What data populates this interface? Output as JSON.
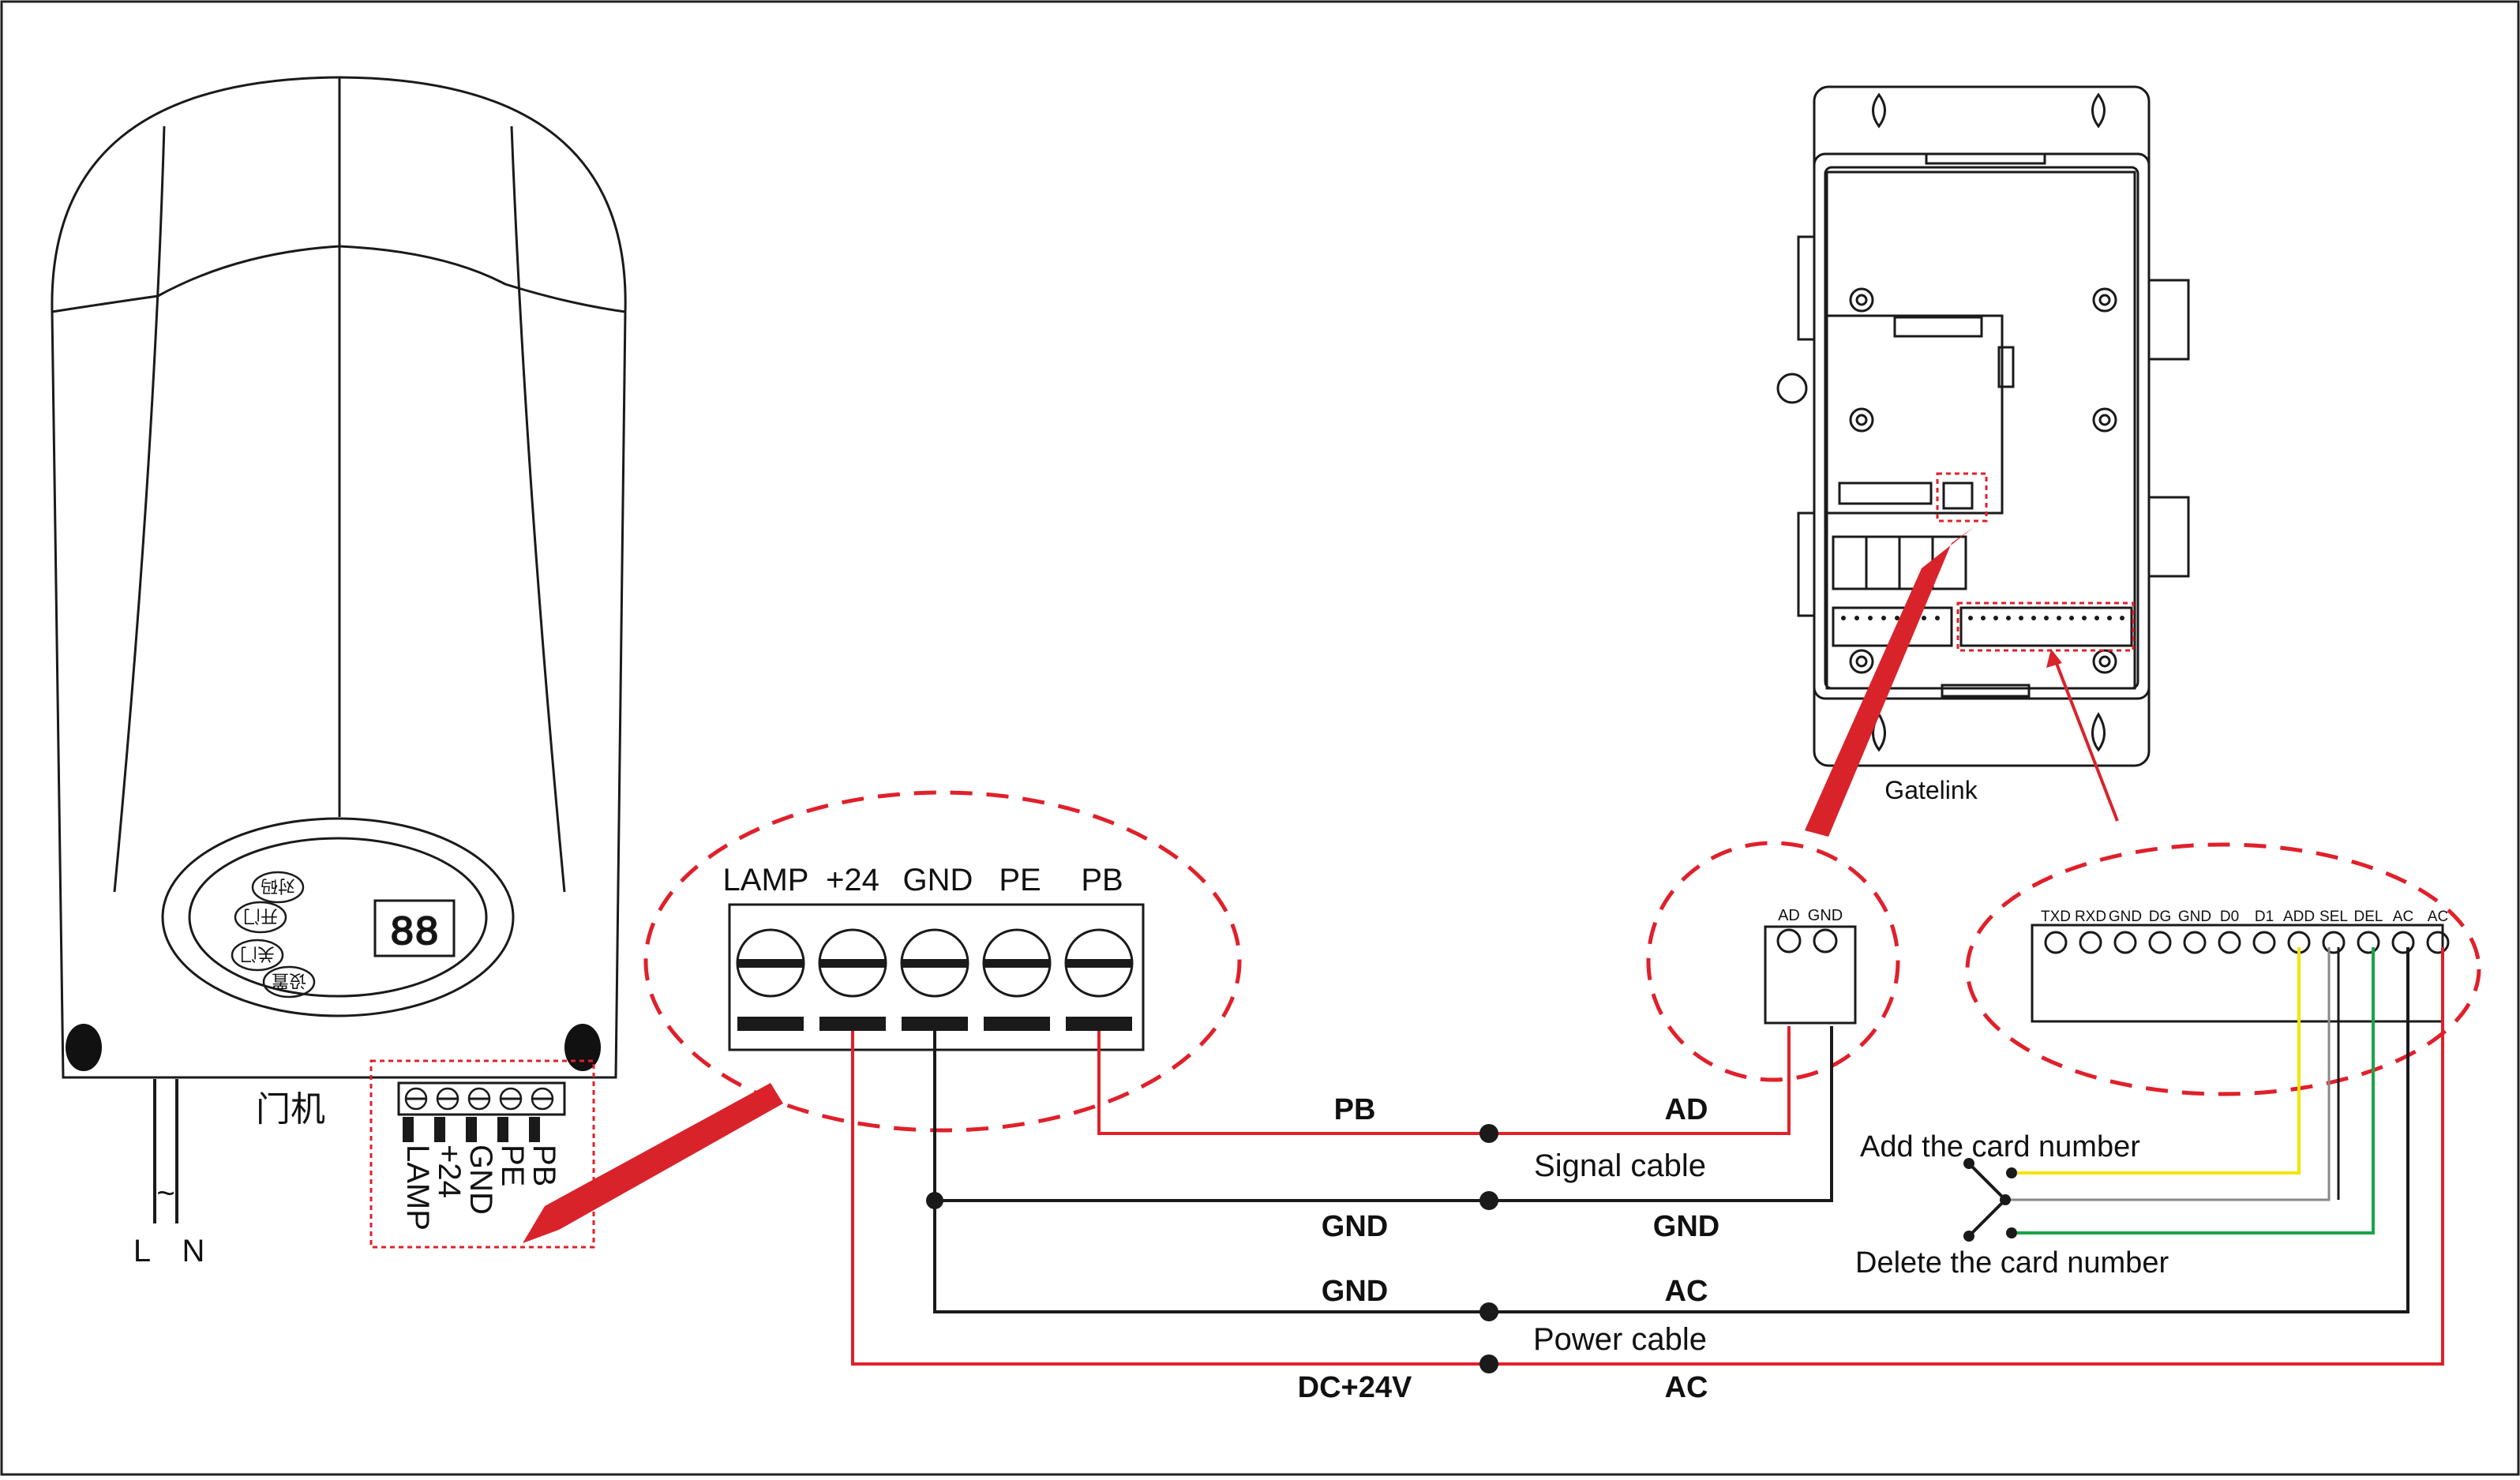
{
  "door_unit": {
    "label": "门机",
    "display_readout": "88",
    "button_labels": [
      "对码",
      "开门",
      "关门",
      "设置"
    ],
    "terminal_labels": [
      "PB",
      "PE",
      "GND",
      "+24",
      "LAMP"
    ],
    "power_labels": {
      "tilde": "~",
      "l": "L",
      "n": "N"
    }
  },
  "door_terminal_zoom": {
    "labels": [
      "LAMP",
      "+24",
      "GND",
      "PE",
      "PB"
    ]
  },
  "gatelink": {
    "label": "Gatelink",
    "ad_terminal_labels": [
      "AD",
      "GND"
    ],
    "terminal_strip_labels": [
      "TXD",
      "RXD",
      "GND",
      "DG",
      "GND",
      "D0",
      "D1",
      "ADD",
      "SEL",
      "DEL",
      "AC",
      "AC"
    ]
  },
  "wires": {
    "signal": {
      "left_top": "PB",
      "right_top": "AD",
      "caption": "Signal cable",
      "left_bottom": "GND",
      "right_bottom": "GND"
    },
    "power": {
      "left_top": "GND",
      "right_top": "AC",
      "caption": "Power cable",
      "left_bottom": "DC+24V",
      "right_bottom": "AC"
    }
  },
  "switch": {
    "add_label": "Add the card number",
    "delete_label": "Delete the card number"
  },
  "colors": {
    "wire_red": "#e0202a",
    "wire_black": "#1a1a1a",
    "wire_yellow": "#f2e600",
    "wire_green": "#1aa34a",
    "callout_red": "#d9232b",
    "line": "#1a1a1a"
  }
}
